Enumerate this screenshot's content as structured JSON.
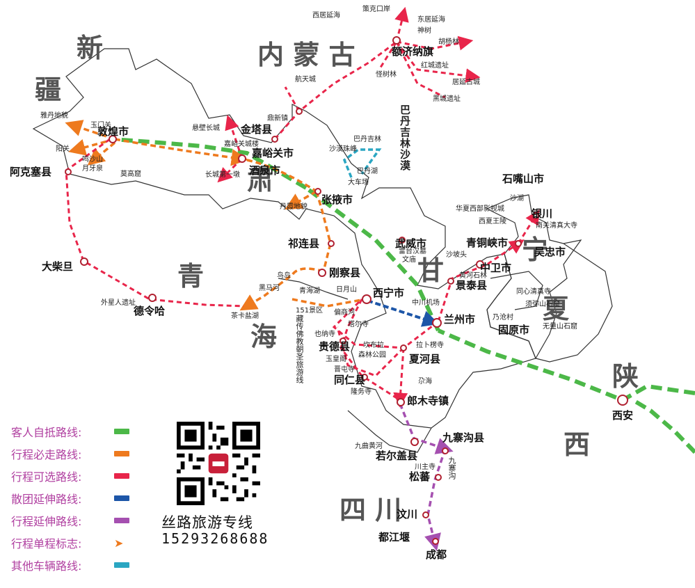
{
  "colors": {
    "self_route": "#4cb848",
    "must_route": "#ee7a1e",
    "optional_route": "#e8254a",
    "group_route": "#1d56a8",
    "extend_route": "#a550b0",
    "other_route": "#2aa6c2",
    "legend_text": "#b03fa0"
  },
  "regions": {
    "xinjiang": [
      "新",
      "疆"
    ],
    "neimenggu": "内  蒙  古",
    "gansu": [
      "甘",
      "肃"
    ],
    "qinghai": [
      "青",
      "海"
    ],
    "ningxia": [
      "宁",
      "夏"
    ],
    "shaanxi": [
      "陕",
      "西"
    ],
    "sichuan": "四          川"
  },
  "desert": "巴丹吉林沙漠",
  "scenic_line": "藏传佛教朝圣旅游线",
  "cities": {
    "dunhuang": "敦煌市",
    "akesai": "阿克塞县",
    "jinta": "金塔县",
    "jiayuguan": "嘉峪关市",
    "jiuquan": "酒泉市",
    "zhangye": "张掖市",
    "qilian": "祁连县",
    "gangcha": "刚察县",
    "xining": "西宁市",
    "lanzhou": "兰州市",
    "wuwei": "武威市",
    "zhongwei": "中卫市",
    "jingtai": "景泰县",
    "qingtongxia": "青铜峡市",
    "wuzhong": "吴忠市",
    "yinchuan": "银川",
    "shizuishan": "石嘴山市",
    "guyuan": "固原市",
    "ejina": "额济纳旗",
    "xian": "西安",
    "dachaidan": "大柴旦",
    "delingha": "德令哈",
    "guide": "贵德县",
    "tongren": "同仁县",
    "xiahe": "夏河县",
    "langmusi": "郎木寺镇",
    "ruoergai": "若尔盖县",
    "jiuzhaigou": "九寨沟县",
    "songpan": "松蕃",
    "wenchuan": "汶川",
    "dujiangyan": "都江堰",
    "chengdu": "成都"
  },
  "pois": {
    "cekekouan": "策克口岸",
    "xijuyanhai": "西居延海",
    "dongjuyanhai": "东居延海",
    "shenshu": "神树",
    "huyanglin": "胡杨林",
    "guaishulin": "怪树林",
    "hongcheng": "红城遗址",
    "juyangucheng": "居延古城",
    "heicheng": "黑城遗址",
    "hangtiancheng": "航天城",
    "dingxinzhen": "鼎新镇",
    "badanjilin": "巴丹吉林",
    "shamozhufeng": "沙漠珠峰",
    "badanhu": "巴丹湖",
    "dachechang": "大车场",
    "yadandimao": "雅丹地貌",
    "yumenguan": "玉门关",
    "yangguan": "阳关",
    "mingshashan": "鸣沙山",
    "yueyaquan": "月牙泉",
    "mogaoku": "莫高窟",
    "xuanbichangcheng": "悬壁长城",
    "jiayuguanchenglou": "嘉峪关城楼",
    "changchengdiyidun": "长城第一墩",
    "danxiadimao": "丹霞地貌",
    "leitaihanmu": "雷台汉墓",
    "wenmiao": "文庙",
    "niaodao": "鸟岛",
    "heimahe": "黑马河",
    "qinghaihu": "青海湖",
    "riyueshan": "日月山",
    "scenic151": "151景区",
    "chakayanhu": "茶卡盐湖",
    "waixingren": "外星人遗址",
    "taersi": "塔尔寺",
    "yeshuchi": "偏商河",
    "yenacai": "也纳寺",
    "yuhuangge": "玉皇阁",
    "jintunsi": "晋屯寺",
    "longwusi": "隆务寺",
    "kanbula": "坎布拉",
    "senlingongyuan": "森林公园",
    "labulengsi": "拉卜楞寺",
    "zhonghuanjichang": "中川机场",
    "huanghejishilin": "黄河石林",
    "shapotou": "沙坡头",
    "shahu": "沙湖",
    "huaxiayingshicheng": "华夏西部影视城",
    "xixiawangling": "西夏王陵",
    "nanguanmosque": "南关清真大寺",
    "tongxinmosque": "同心清真寺",
    "xumishan": "须弥山石窟",
    "wuliangshan": "无量山石窟",
    "xingshancun": "乃沧村",
    "zhanghai": "尕海",
    "jiuquhuanghe": "九曲黄河",
    "chuanzhusi": "川主寺",
    "jiuzhaigouscenic": "九寨沟"
  },
  "legend": [
    {
      "label": "客人自抵路线:",
      "kind": "bar",
      "color": "#4cb848"
    },
    {
      "label": "行程必走路线:",
      "kind": "bar",
      "color": "#ee7a1e"
    },
    {
      "label": "行程可选路线:",
      "kind": "bar",
      "color": "#e8254a"
    },
    {
      "label": "散团延伸路线:",
      "kind": "bar",
      "color": "#1d56a8"
    },
    {
      "label": "行程延伸路线:",
      "kind": "bar",
      "color": "#a550b0"
    },
    {
      "label": "行程单程标志:",
      "kind": "arrow",
      "color": "#ee7a1e",
      "glyph": "➤"
    },
    {
      "label": "其他车辆路线:",
      "kind": "bar",
      "color": "#2aa6c2"
    }
  ],
  "brand": "丝路旅游专线",
  "phone": "15293268688"
}
